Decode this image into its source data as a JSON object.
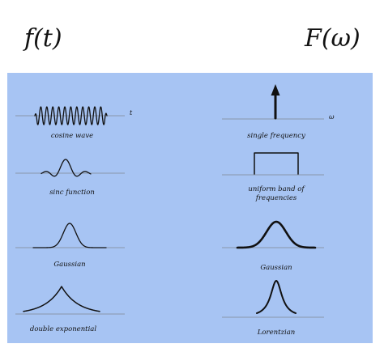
{
  "headers": {
    "left": "f(t)",
    "right": "F(ω)"
  },
  "colors": {
    "panel": "#a7c4f3",
    "axis": "#8a96a8",
    "curve": "#111111"
  },
  "left_column": [
    {
      "name": "cosine-wave",
      "label": "cosine wave"
    },
    {
      "name": "sinc-function",
      "label": "sinc function"
    },
    {
      "name": "gaussian-time",
      "label": "Gaussian"
    },
    {
      "name": "double-exponential",
      "label": "double exponential"
    }
  ],
  "right_column": [
    {
      "name": "single-frequency",
      "label": "single frequency"
    },
    {
      "name": "uniform-band",
      "label": "uniform band of",
      "label2": "frequencies"
    },
    {
      "name": "gaussian-freq",
      "label": "Gaussian"
    },
    {
      "name": "lorentzian",
      "label": "Lorentzian"
    }
  ],
  "axis_labels": {
    "time": "t",
    "frequency": "ω"
  }
}
